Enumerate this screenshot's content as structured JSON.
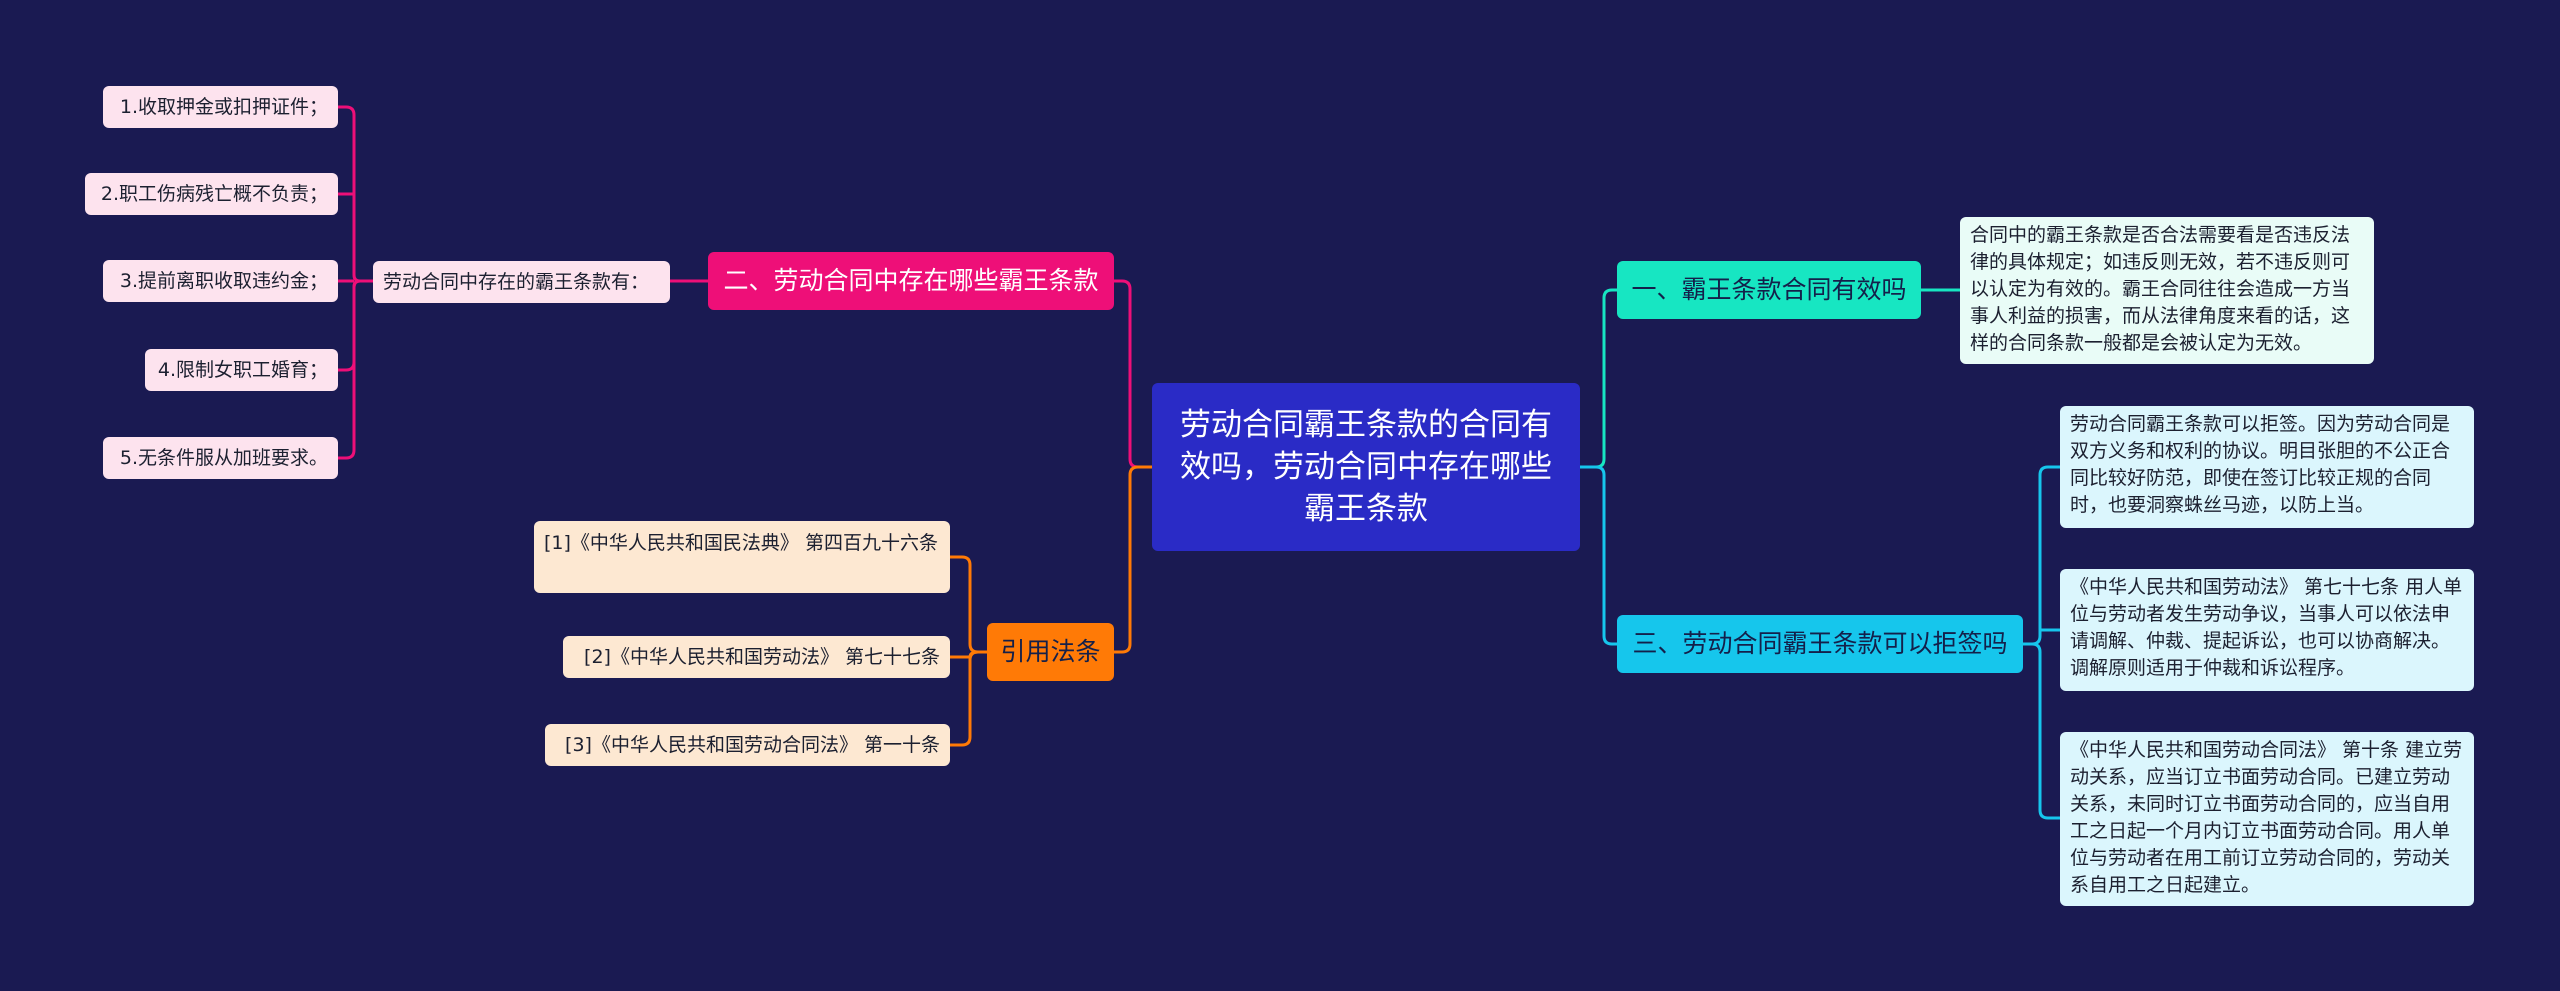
{
  "colors": {
    "background": "#1a1a52",
    "center": "#2a2bc6",
    "branch_valid": "#17e6c2",
    "branch_refuse": "#16c6ec",
    "branch_clauses": "#ee0f78",
    "branch_refs": "#ff7a06"
  },
  "center": {
    "title": "劳动合同霸王条款的合同有效吗，劳动合同中存在哪些霸王条款"
  },
  "right": {
    "branch1": {
      "label": "一、霸王条款合同有效吗",
      "detail": "合同中的霸王条款是否合法需要看是否违反法律的具体规定；如违反则无效，若不违反则可以认定为有效的。霸王合同往往会造成一方当事人利益的损害，而从法律角度来看的话，这样的合同条款一般都是会被认定为无效。"
    },
    "branch3": {
      "label": "三、劳动合同霸王条款可以拒签吗",
      "details": [
        "劳动合同霸王条款可以拒签。因为劳动合同是双方义务和权利的协议。明目张胆的不公正合同比较好防范，即使在签订比较正规的合同时，也要洞察蛛丝马迹，以防上当。",
        "《中华人民共和国劳动法》 第七十七条 用人单位与劳动者发生劳动争议，当事人可以依法申请调解、仲裁、提起诉讼，也可以协商解决。调解原则适用于仲裁和诉讼程序。",
        "《中华人民共和国劳动合同法》 第十条 建立劳动关系，应当订立书面劳动合同。已建立劳动关系，未同时订立书面劳动合同的，应当自用工之日起一个月内订立书面劳动合同。用人单位与劳动者在用工前订立劳动合同的，劳动关系自用工之日起建立。"
      ]
    }
  },
  "left": {
    "branch2": {
      "label": "二、劳动合同中存在哪些霸王条款",
      "sub": "劳动合同中存在的霸王条款有：",
      "items": [
        "1.收取押金或扣押证件；",
        "2.职工伤病残亡概不负责；",
        "3.提前离职收取违约金；",
        "4.限制女职工婚育；",
        "5.无条件服从加班要求。"
      ]
    },
    "refs": {
      "label": "引用法条",
      "items": [
        "[1]《中华人民共和国民法典》 第四百九十六条",
        "[2]《中华人民共和国劳动法》 第七十七条",
        "[3]《中华人民共和国劳动合同法》 第一十条"
      ]
    }
  }
}
